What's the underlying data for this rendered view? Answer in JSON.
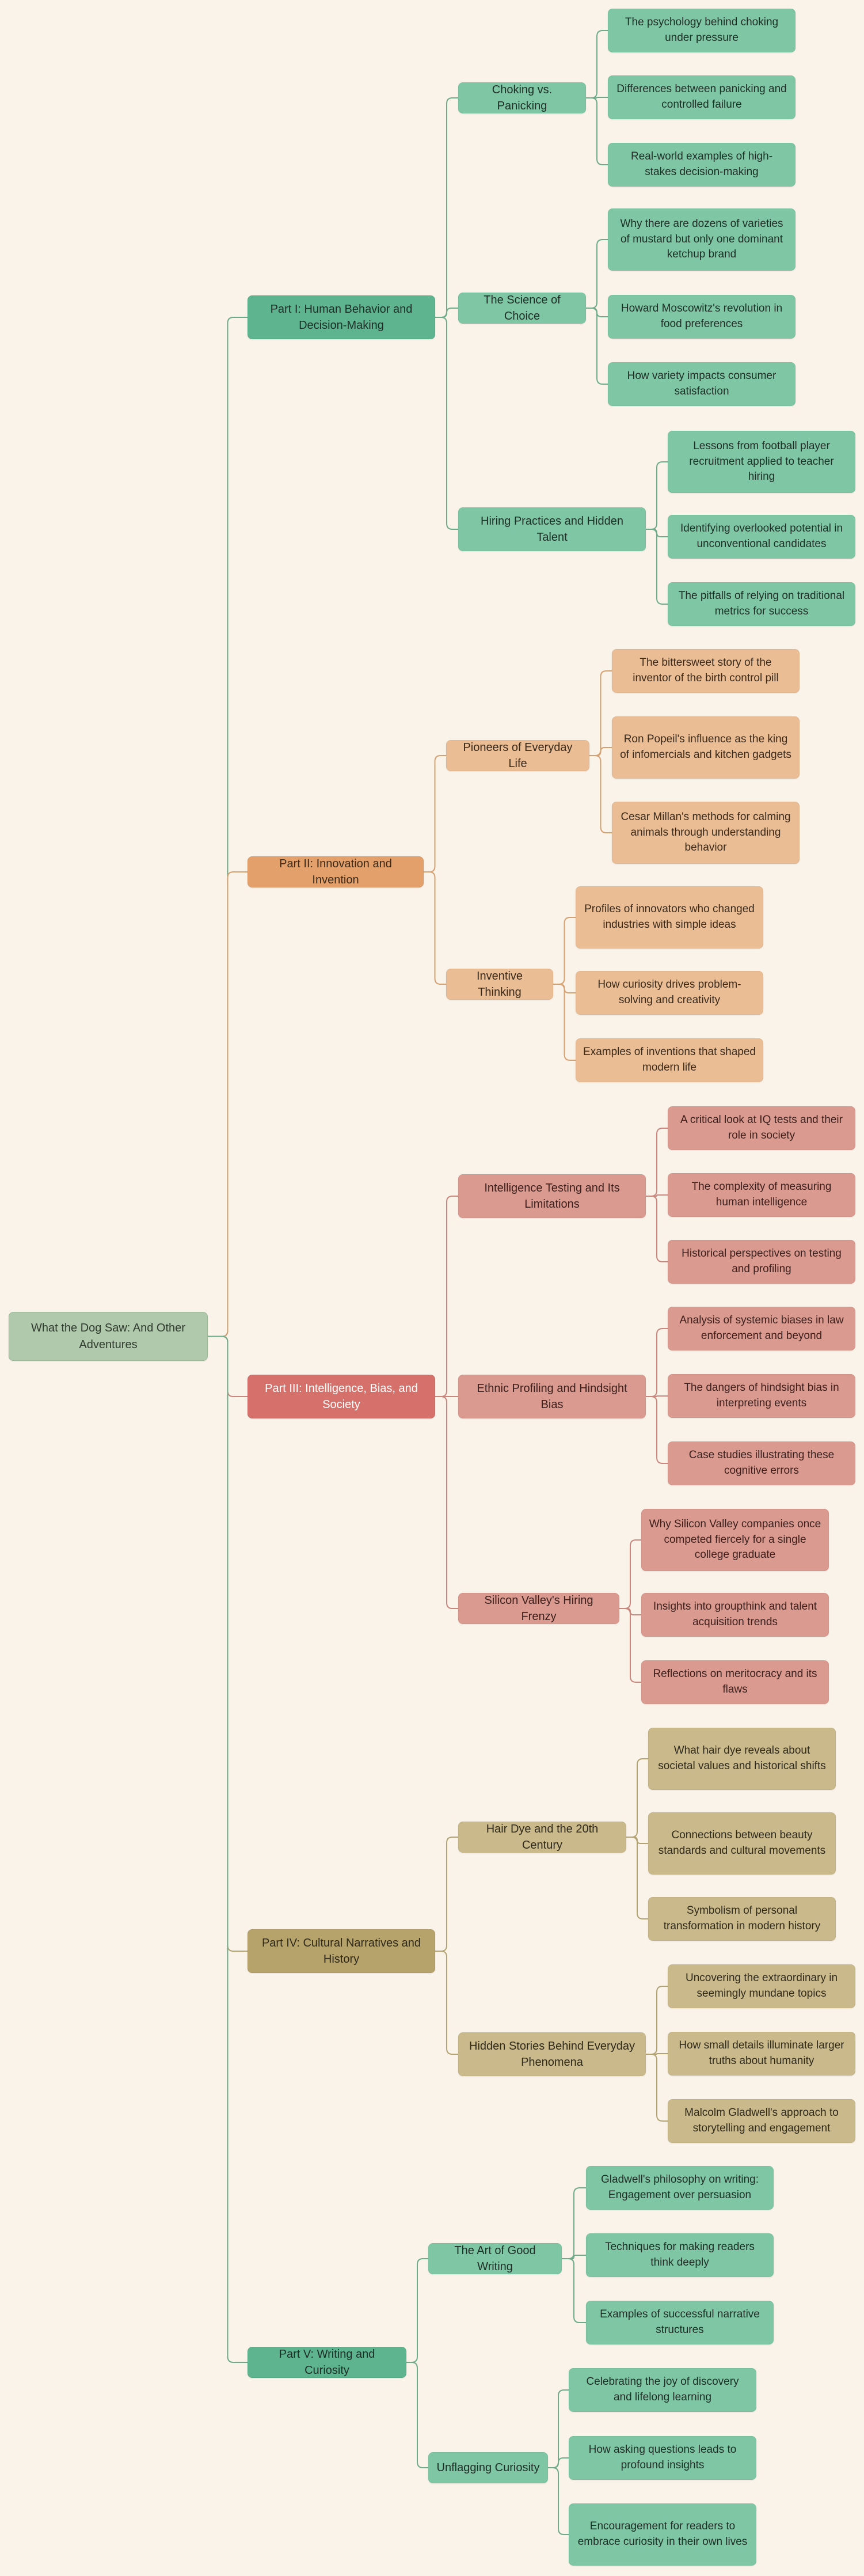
{
  "root": {
    "label": "What the Dog Saw: And Other Adventures"
  },
  "colors": {
    "green": {
      "part": "#5db48f",
      "topic": "#7fc7a4",
      "leaf": "#7fc7a4",
      "text": "#1f2d26",
      "line": "#6fab8b"
    },
    "orange": {
      "part": "#e3a06a",
      "topic": "#eabd94",
      "leaf": "#eabd94",
      "text": "#3a2a1c",
      "line": "#d6a070"
    },
    "red": {
      "part": "#d5716a",
      "topic": "#db9a8f",
      "leaf": "#db9a8f",
      "text": "#3a1f1c",
      "part_text": "#ffffff",
      "line": "#c9877e"
    },
    "olive": {
      "part": "#b6a26b",
      "topic": "#c9b98b",
      "leaf": "#c9b98b",
      "text": "#2f2a1c",
      "line": "#b3a373"
    },
    "trunk": "#3f7a5e"
  },
  "parts": [
    {
      "label": "Part I: Human Behavior and Decision-Making",
      "color": "green",
      "topics": [
        {
          "label": "Choking vs. Panicking",
          "leaves": [
            "The psychology behind choking under pressure",
            "Differences between panicking and controlled failure",
            "Real-world examples of high-stakes decision-making"
          ]
        },
        {
          "label": "The Science of Choice",
          "leaves": [
            "Why there are dozens of varieties of mustard but only one dominant ketchup brand",
            "Howard Moscowitz's revolution in food preferences",
            "How variety impacts consumer satisfaction"
          ]
        },
        {
          "label": "Hiring Practices and Hidden Talent",
          "leaves": [
            "Lessons from football player recruitment applied to teacher hiring",
            "Identifying overlooked potential in unconventional candidates",
            "The pitfalls of relying on traditional metrics for success"
          ]
        }
      ]
    },
    {
      "label": "Part II: Innovation and Invention",
      "color": "orange",
      "topics": [
        {
          "label": "Pioneers of Everyday Life",
          "leaves": [
            "The bittersweet story of the inventor of the birth control pill",
            "Ron Popeil's influence as the king of infomercials and kitchen gadgets",
            "Cesar Millan's methods for calming animals through understanding behavior"
          ]
        },
        {
          "label": "Inventive Thinking",
          "leaves": [
            "Profiles of innovators who changed industries with simple ideas",
            "How curiosity drives problem-solving and creativity",
            "Examples of inventions that shaped modern life"
          ]
        }
      ]
    },
    {
      "label": "Part III: Intelligence, Bias, and Society",
      "color": "red",
      "topics": [
        {
          "label": "Intelligence Testing and Its Limitations",
          "leaves": [
            "A critical look at IQ tests and their role in society",
            "The complexity of measuring human intelligence",
            "Historical perspectives on testing and profiling"
          ]
        },
        {
          "label": "Ethnic Profiling and Hindsight Bias",
          "leaves": [
            "Analysis of systemic biases in law enforcement and beyond",
            "The dangers of hindsight bias in interpreting events",
            "Case studies illustrating these cognitive errors"
          ]
        },
        {
          "label": "Silicon Valley's Hiring Frenzy",
          "leaves": [
            "Why Silicon Valley companies once competed fiercely for a single college graduate",
            "Insights into groupthink and talent acquisition trends",
            "Reflections on meritocracy and its flaws"
          ]
        }
      ]
    },
    {
      "label": "Part IV: Cultural Narratives and History",
      "color": "olive",
      "topics": [
        {
          "label": "Hair Dye and the 20th Century",
          "leaves": [
            "What hair dye reveals about societal values and historical shifts",
            "Connections between beauty standards and cultural movements",
            "Symbolism of personal transformation in modern history"
          ]
        },
        {
          "label": "Hidden Stories Behind Everyday Phenomena",
          "leaves": [
            "Uncovering the extraordinary in seemingly mundane topics",
            "How small details illuminate larger truths about humanity",
            "Malcolm Gladwell's approach to storytelling and engagement"
          ]
        }
      ]
    },
    {
      "label": "Part V: Writing and Curiosity",
      "color": "green",
      "topics": [
        {
          "label": "The Art of Good Writing",
          "leaves": [
            "Gladwell's philosophy on writing: Engagement over persuasion",
            "Techniques for making readers think deeply",
            "Examples of successful narrative structures"
          ]
        },
        {
          "label": "Unflagging Curiosity",
          "leaves": [
            "Celebrating the joy of discovery and lifelong learning",
            "How asking questions leads to profound insights",
            "Encouragement for readers to embrace curiosity in their own lives"
          ]
        }
      ]
    }
  ]
}
